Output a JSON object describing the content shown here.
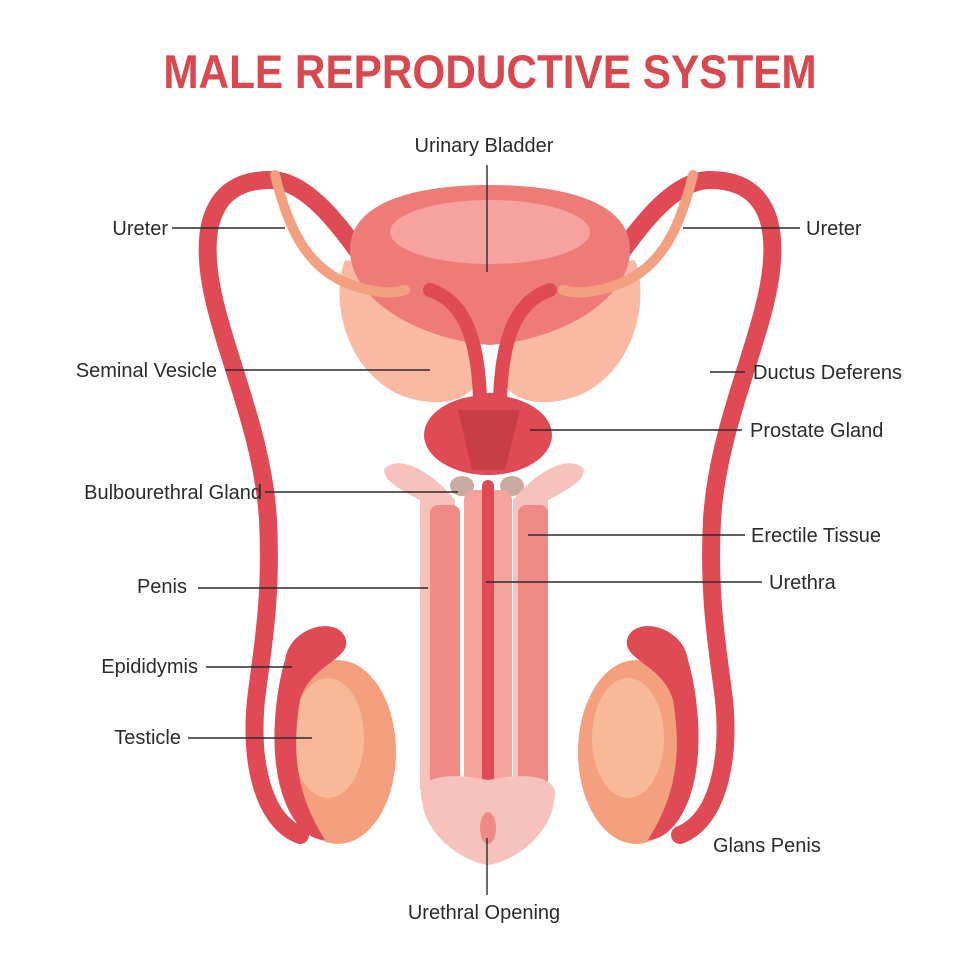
{
  "title": "MALE REPRODUCTIVE SYSTEM",
  "labels": {
    "urinary_bladder": "Urinary Bladder",
    "ureter_left": "Ureter",
    "ureter_right": "Ureter",
    "seminal_vesicle": "Seminal Vesicle",
    "ductus_deferens": "Ductus Deferens",
    "prostate_gland": "Prostate Gland",
    "bulbourethral_gland": "Bulbourethral Gland",
    "erectile_tissue": "Erectile Tissue",
    "penis": "Penis",
    "urethra": "Urethra",
    "epididymis": "Epididymis",
    "testicle": "Testicle",
    "glans_penis": "Glans Penis",
    "urethral_opening": "Urethral Opening"
  },
  "colors": {
    "title": "#d9474f",
    "duct": "#df4a55",
    "ureter": "#f2a07f",
    "bladder": "#ee7b78",
    "bladder_light": "#f6a3a0",
    "vesicle": "#f9b9a3",
    "testicle": "#f4a07e",
    "shaft": "#f08a86",
    "erectile": "#f7c2bb",
    "gland": "#c9aaa0"
  }
}
